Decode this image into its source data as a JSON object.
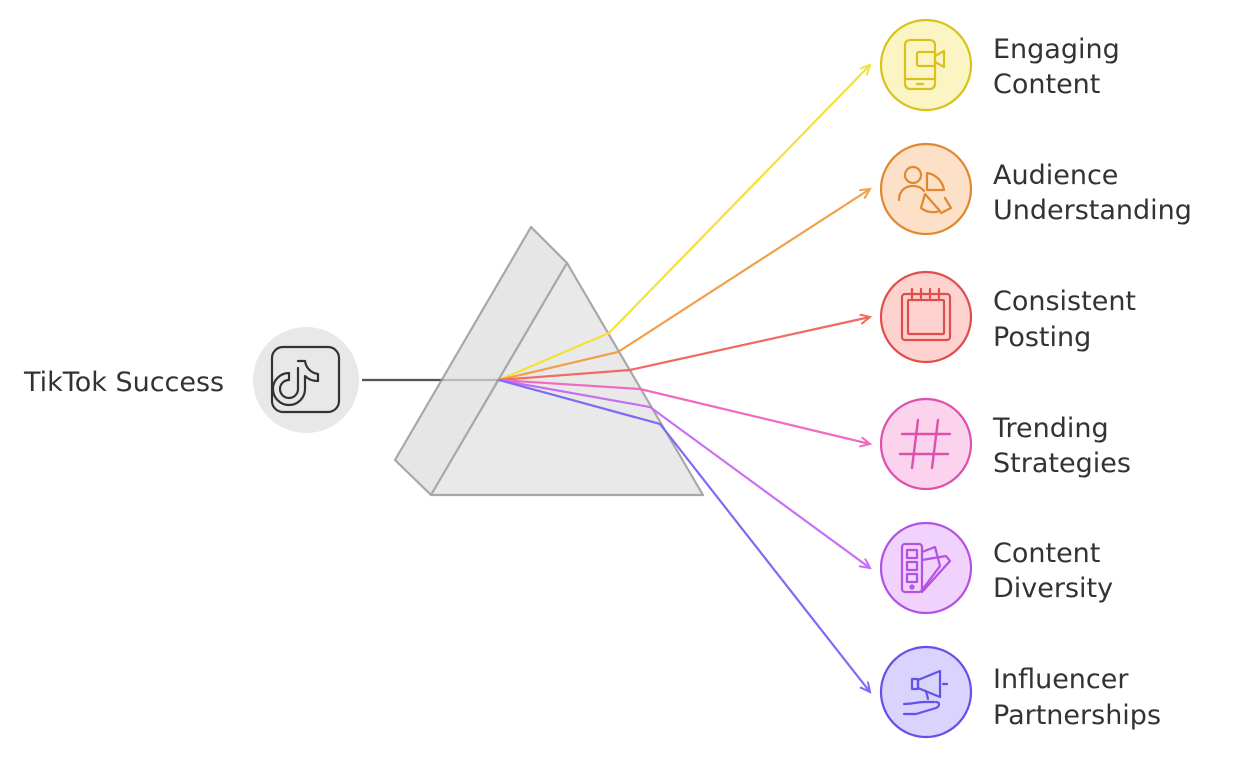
{
  "source": {
    "label": "TikTok Success",
    "icon": "tiktok-icon"
  },
  "outputs": [
    {
      "line1": "Engaging",
      "line2": "Content",
      "icon": "phone-video-icon",
      "color": "#f5e03b",
      "fill": "#fbf5c4",
      "stroke": "#d9c21c"
    },
    {
      "line1": "Audience",
      "line2": "Understanding",
      "icon": "audience-pie-chart-icon",
      "color": "#f0a04b",
      "fill": "#fde0c8",
      "stroke": "#e0882f"
    },
    {
      "line1": "Consistent",
      "line2": "Posting",
      "icon": "calendar-icon",
      "color": "#f06a60",
      "fill": "#fdd2cf",
      "stroke": "#e04e4b"
    },
    {
      "line1": "Trending",
      "line2": "Strategies",
      "icon": "hashtag-icon",
      "color": "#f06ac0",
      "fill": "#fcd3ec",
      "stroke": "#de50ad"
    },
    {
      "line1": "Content",
      "line2": "Diversity",
      "icon": "color-swatch-icon",
      "color": "#c86ef5",
      "fill": "#f0d2fc",
      "stroke": "#b152e3"
    },
    {
      "line1": "Influencer",
      "line2": "Partnerships",
      "icon": "megaphone-hand-icon",
      "color": "#7a6cf5",
      "fill": "#d9d3fd",
      "stroke": "#6352e8"
    }
  ]
}
